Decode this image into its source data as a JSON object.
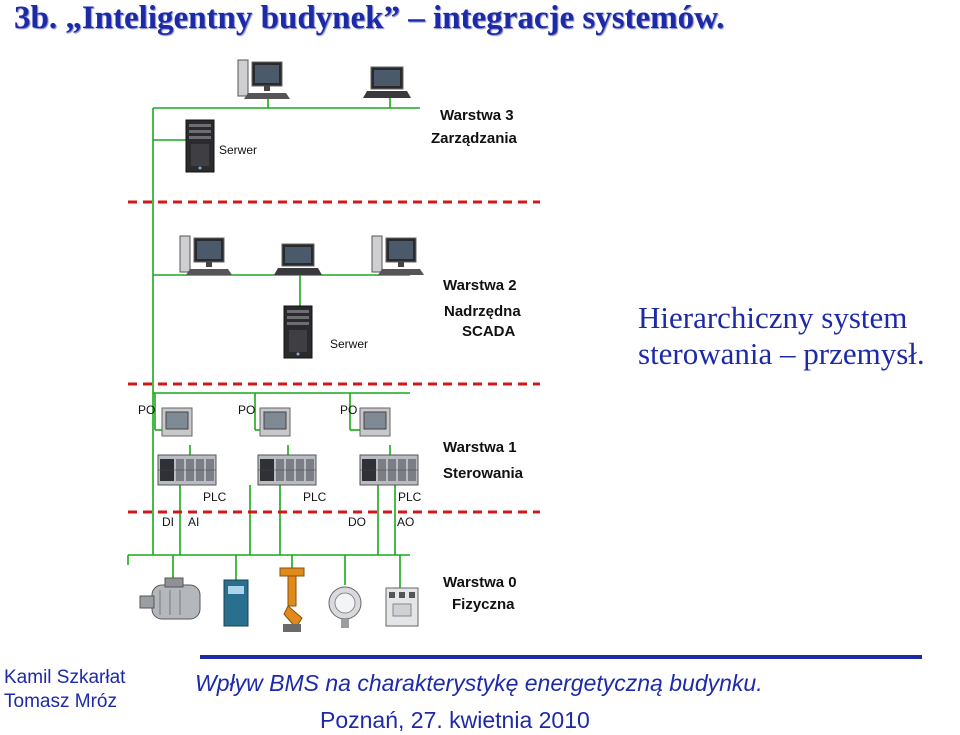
{
  "title": "3b. „Inteligentny budynek” – integracje systemów.",
  "subtitle": {
    "line1": "Hierarchiczny system",
    "line2": "sterowania – przemysł."
  },
  "diagram": {
    "layers": [
      {
        "name": "Warstwa 3",
        "desc": "Zarządzania"
      },
      {
        "name": "Warstwa 2",
        "desc": "Nadrzędna",
        "desc2": "SCADA"
      },
      {
        "name": "Warstwa 1",
        "desc": "Sterowania"
      },
      {
        "name": "Warstwa 0",
        "desc": "Fizyczna"
      }
    ],
    "server_label": "Serwer",
    "po_label": "PO",
    "plc_label": "PLC",
    "io_labels": {
      "di": "DI",
      "ai": "AI",
      "do": "DO",
      "ao": "AO"
    }
  },
  "footer": {
    "author1": "Kamil Szkarłat",
    "author2": "Tomasz Mróz",
    "title": "Wpływ BMS na charakterystykę energetyczną budynku.",
    "date": "Poznań, 27. kwietnia 2010"
  },
  "colors": {
    "accent": "#1d2aa8",
    "network_line": "#1aa81a",
    "layer_divider": "#d01818"
  }
}
